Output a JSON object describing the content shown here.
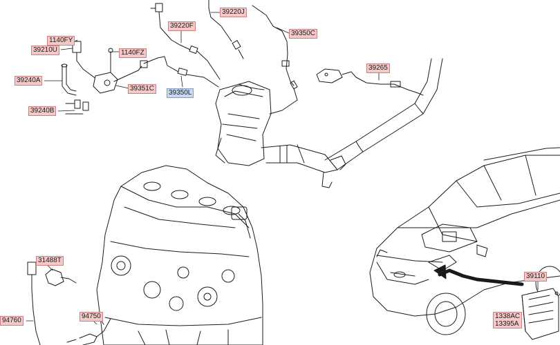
{
  "diagram": {
    "labels": {
      "p39220J": "39220J",
      "p39220F": "39220F",
      "p39350C": "39350C",
      "p1140FY": "1140FY",
      "p39210U": "39210U",
      "p1140FZ": "1140FZ",
      "p39240A": "39240A",
      "p39351C": "39351C",
      "p39350L": "39350L",
      "p39240B": "39240B",
      "p39265": "39265",
      "p31488T": "31488T",
      "p94750": "94750",
      "p94760": "94760",
      "p39110": "39110",
      "p1338AC": "1338AC",
      "p13395A": "13395A"
    },
    "colors": {
      "label_fill": "#f6c9c9",
      "label_highlight_fill": "#c5d9f1",
      "line": "#1a1a1a"
    }
  }
}
